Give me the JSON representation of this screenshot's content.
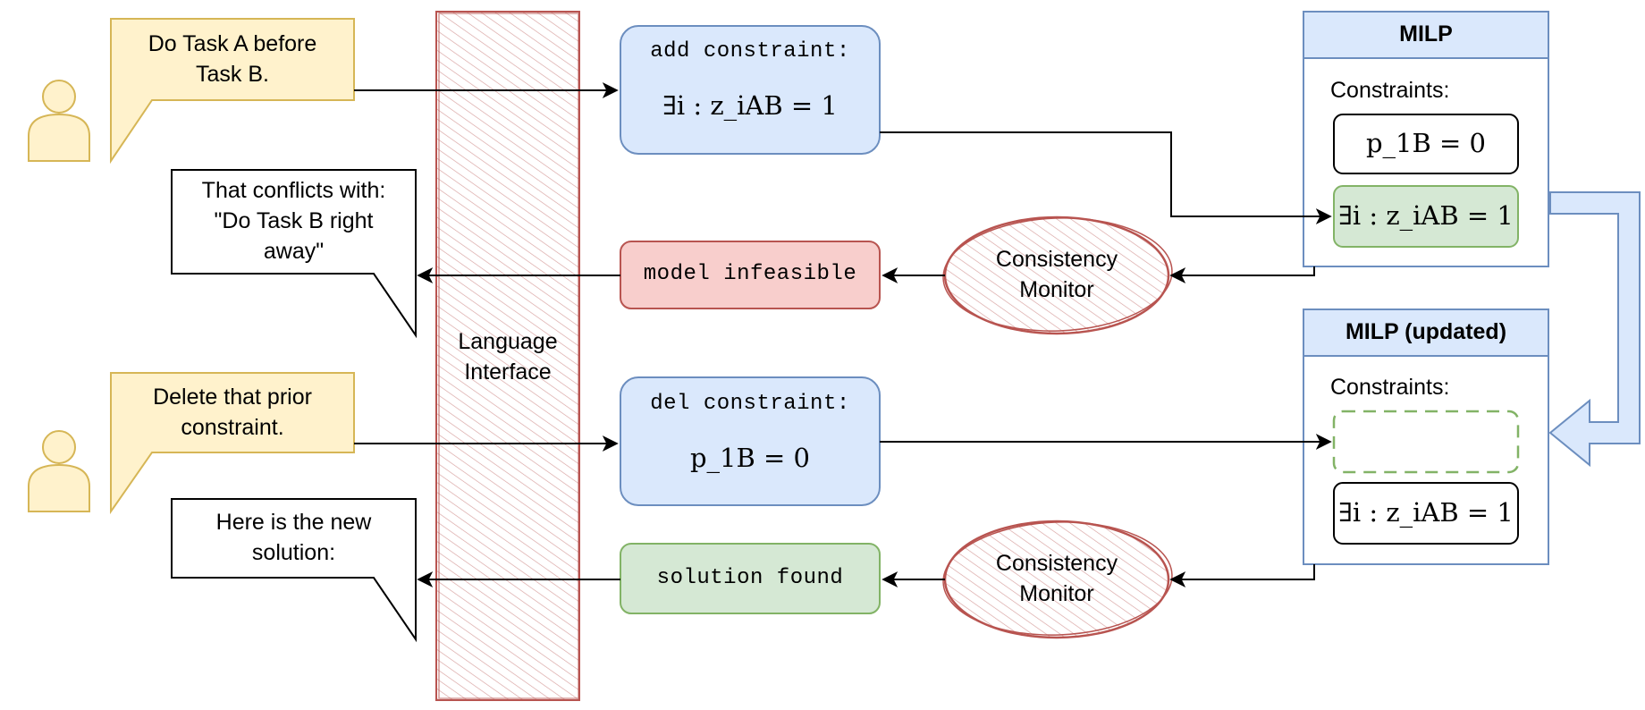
{
  "colors": {
    "user_stroke": "#d6b656",
    "bubble_fill": "#fff2cc",
    "blue_fill": "#dae8fc",
    "blue_stroke": "#6c8ebf",
    "red_fill": "#f8cecc",
    "red_stroke": "#b85450",
    "green_fill": "#d5e8d4",
    "green_stroke": "#82b366"
  },
  "users": {
    "bubble1_text": "Do Task A before\nTask B.",
    "bubble2_text": "Delete that prior\nconstraint."
  },
  "replies": {
    "reply1_text": "That conflicts with:\n\"Do Task B right\naway\"",
    "reply2_text": "Here is the new\nsolution:"
  },
  "language_interface": {
    "label": "Language\nInterface"
  },
  "commands": {
    "add_title": "add constraint:",
    "add_formula": "∃i : z_iAB = 1",
    "infeasible": "model infeasible",
    "del_title": "del constraint:",
    "del_formula": "p_1B = 0",
    "solution": "solution found"
  },
  "monitors": {
    "monitor1_label": "Consistency\nMonitor",
    "monitor2_label": "Consistency\nMonitor"
  },
  "milp": {
    "title": "MILP",
    "constraints_label": "Constraints:",
    "c1": "p_1B = 0",
    "c2": "∃i : z_iAB = 1"
  },
  "milp_updated": {
    "title": "MILP (updated)",
    "constraints_label": "Constraints:",
    "c2": "∃i : z_iAB = 1"
  }
}
